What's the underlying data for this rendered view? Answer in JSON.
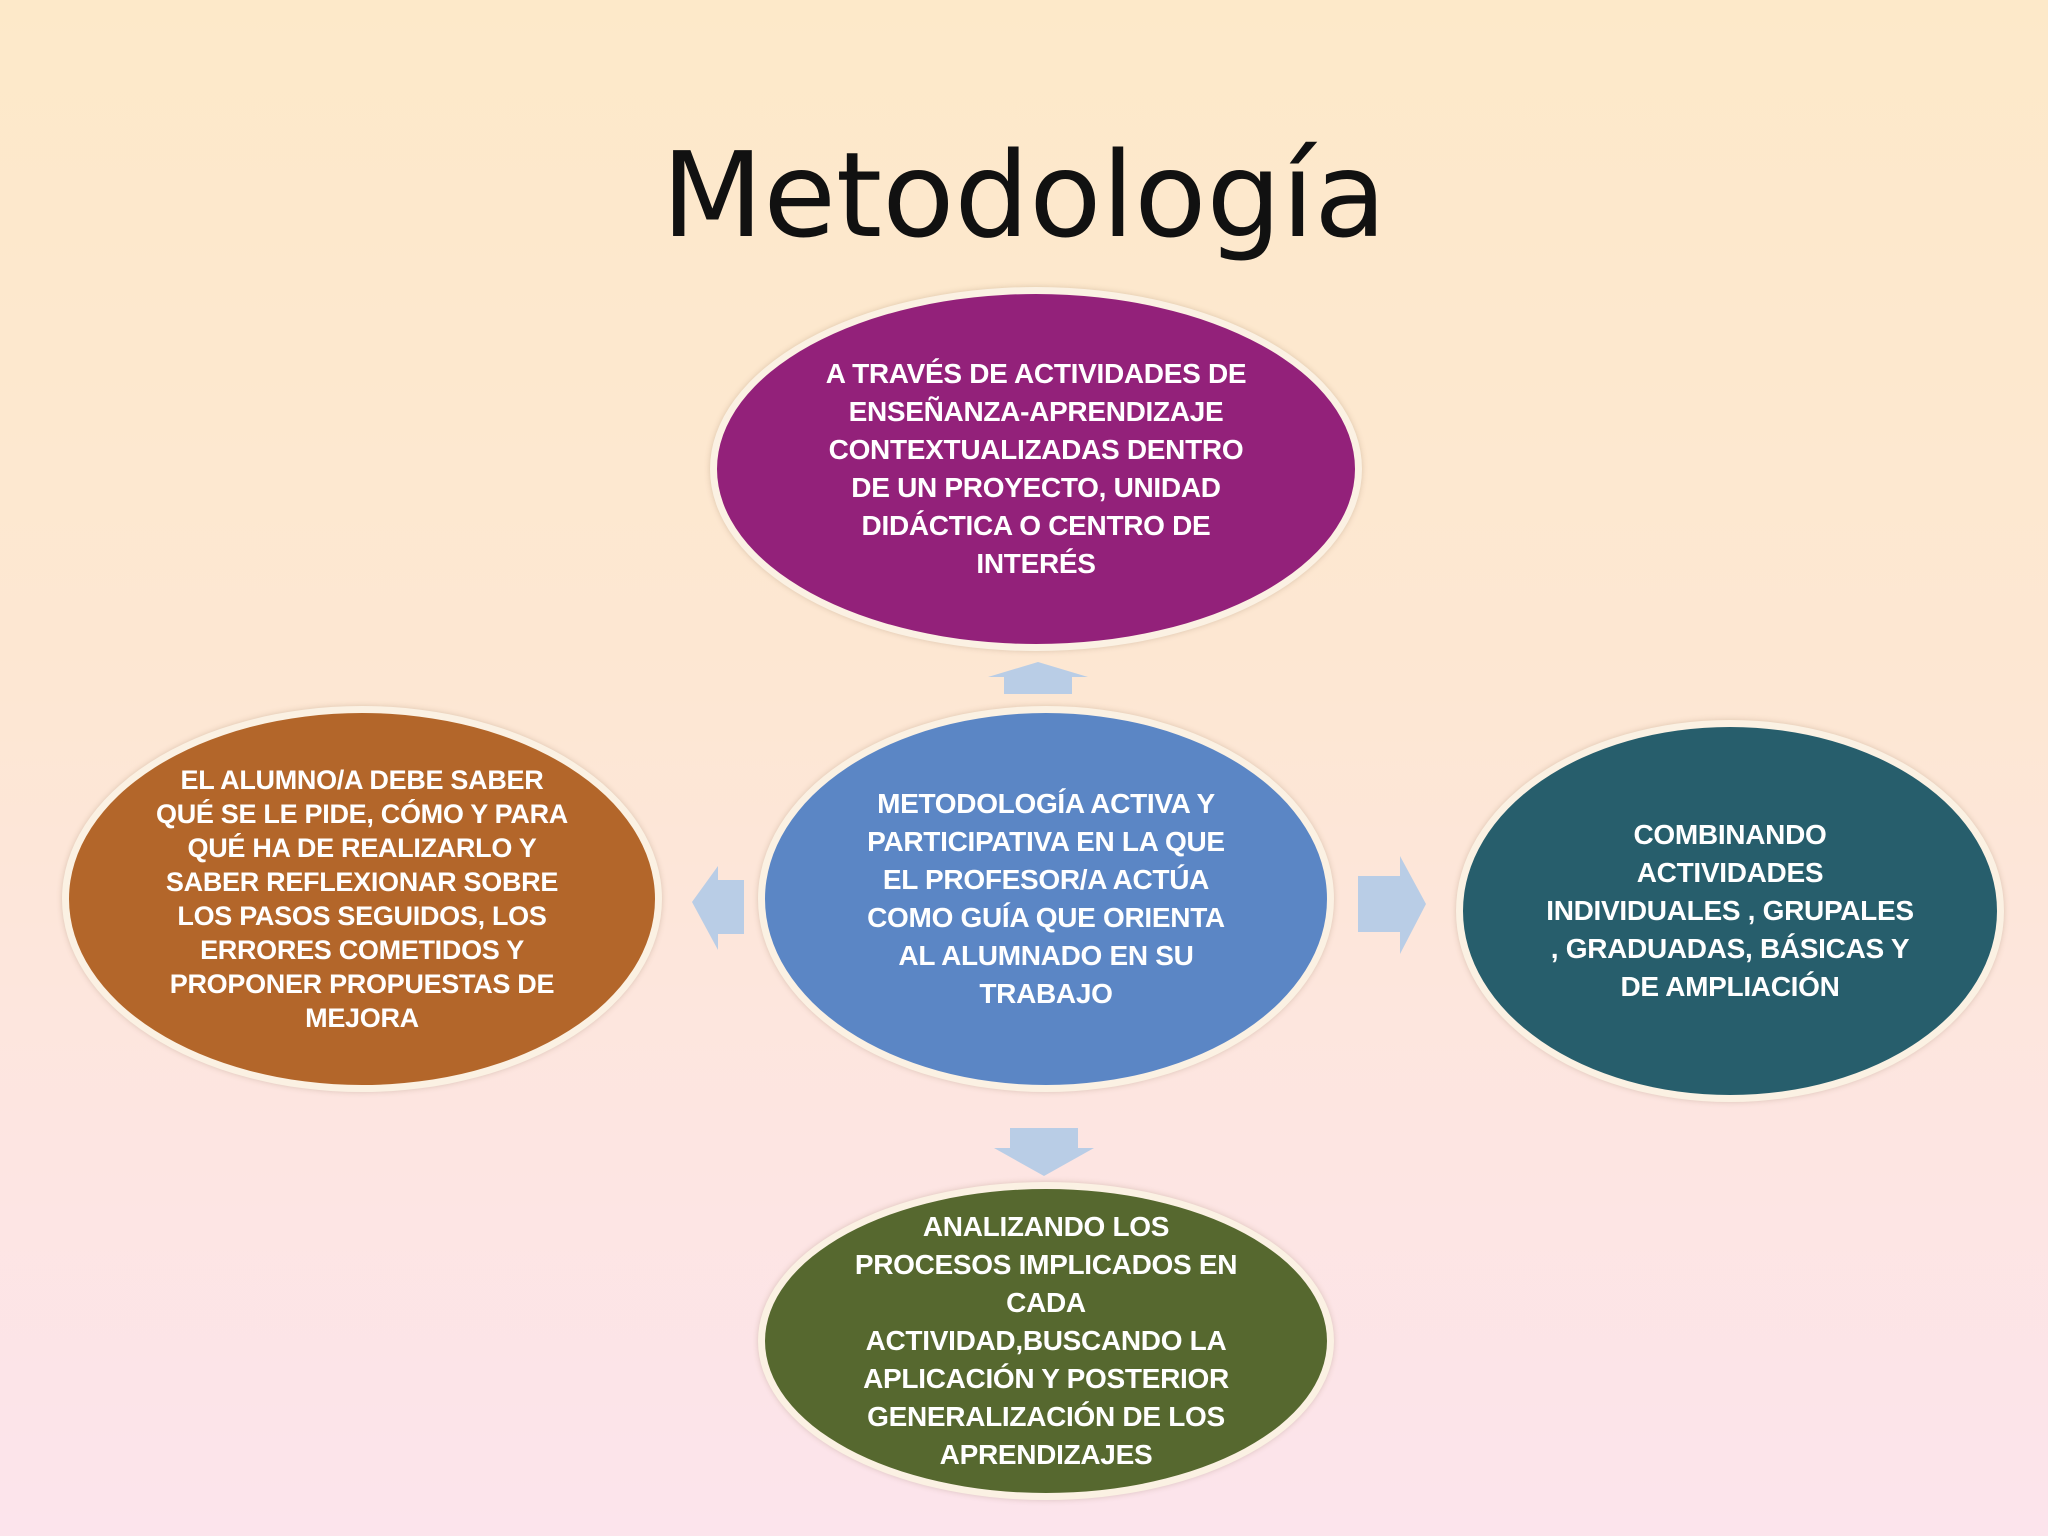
{
  "title": "Metodología",
  "nodes": {
    "center": {
      "text": "Metodología activa y\nparticipativa en la que\nel profesor/a actúa\ncomo guía que orienta\nal alumnado en su\ntrabajo",
      "color": "#5b86c5"
    },
    "top": {
      "text": "A través de actividades de\nenseñanza-aprendizaje\ncontextualizadas dentro\nde un proyecto, unidad\ndidáctica o centro de\ninterés",
      "color": "#93217a"
    },
    "left": {
      "text": "El alumno/a debe saber\nqué se le pide, cómo y para\nqué ha de realizarlo y\nsaber reflexionar sobre\nlos pasos seguidos, los\nerrores cometidos y\nproponer propuestas de\nmejora",
      "color": "#b3662a"
    },
    "right": {
      "text": "Combinando\nactividades\nindividuales , grupales\n, graduadas, básicas y\nde ampliación",
      "color": "#275e6c"
    },
    "bottom": {
      "text": "Analizando los\nprocesos implicados en\ncada\nactividad,buscando la\naplicación y posterior\ngeneralización de los\naprendizajes",
      "color": "#56682f"
    }
  },
  "arrow_color": "#b9cde6"
}
